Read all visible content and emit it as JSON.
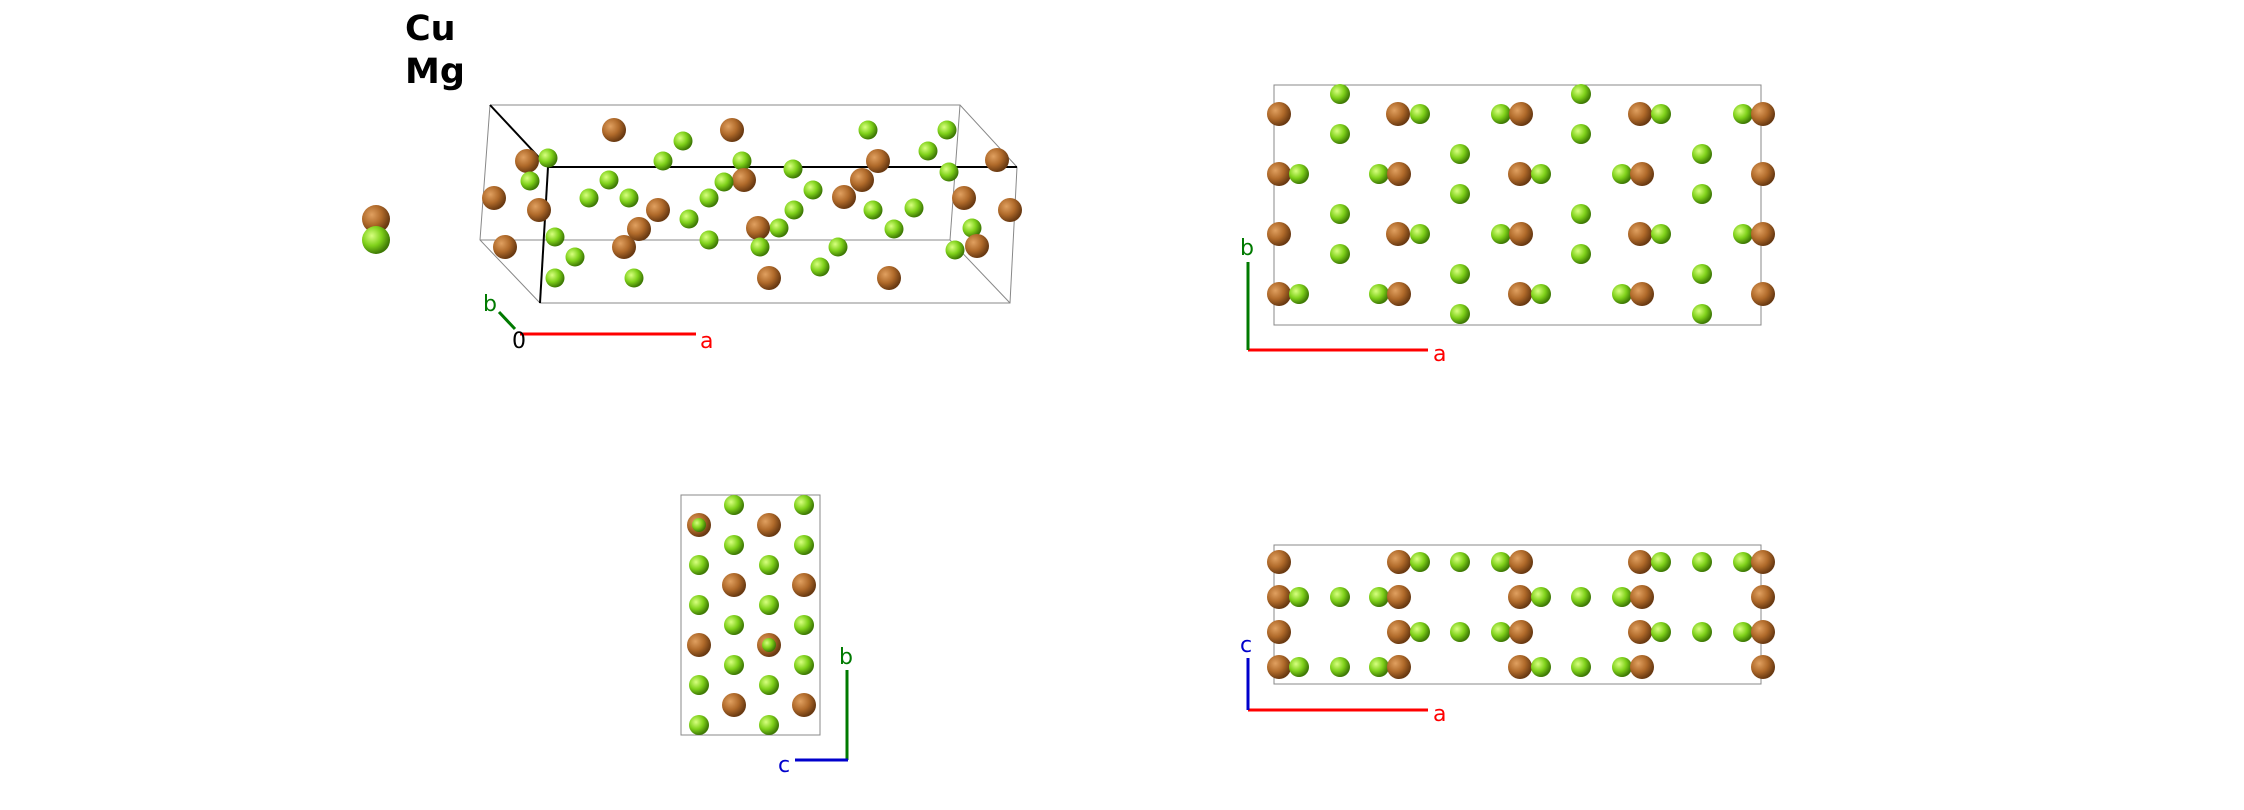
{
  "legend": {
    "elements": [
      {
        "symbol": "Cu",
        "color": "#b06a2a"
      },
      {
        "symbol": "Mg",
        "color": "#7fd11a"
      }
    ]
  },
  "views": {
    "perspective": {
      "axis_labels": [
        "b",
        "0",
        "a"
      ]
    },
    "ab_plane": {
      "axis_labels": [
        "b",
        "a"
      ]
    },
    "cb_plane": {
      "axis_labels": [
        "b",
        "c"
      ]
    },
    "ac_plane": {
      "axis_labels": [
        "c",
        "a"
      ]
    }
  },
  "colors": {
    "axis_a": "#ff0000",
    "axis_b": "#007a00",
    "axis_c": "#0000cc",
    "cell_edge": "#888888",
    "cu": "#b06a2a",
    "mg": "#7fd11a"
  }
}
